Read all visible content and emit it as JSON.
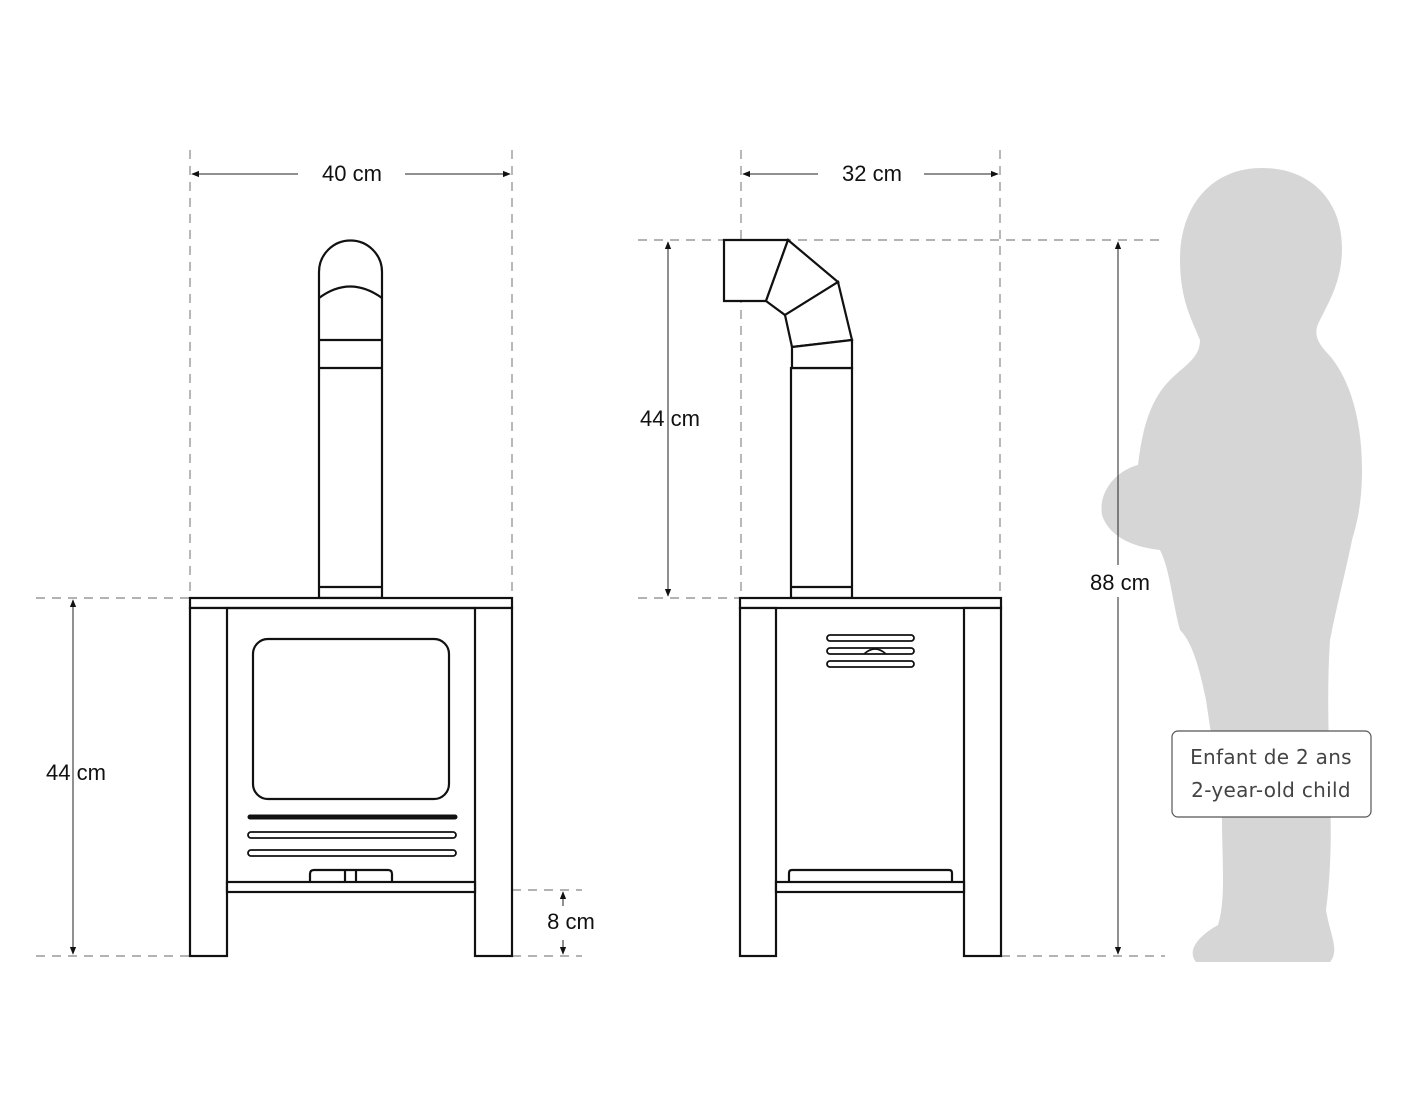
{
  "dimensions": {
    "front_width": "40 cm",
    "side_depth": "32 cm",
    "body_height": "44 cm",
    "chimney_height": "44 cm",
    "leg_height": "8 cm",
    "total_height": "88 cm"
  },
  "child_label": {
    "line_fr": "Enfant de 2 ans",
    "line_en": "2-year-old child"
  },
  "colors": {
    "line": "#111111",
    "dash": "#9a9a9a",
    "silhouette": "#d6d6d6"
  }
}
